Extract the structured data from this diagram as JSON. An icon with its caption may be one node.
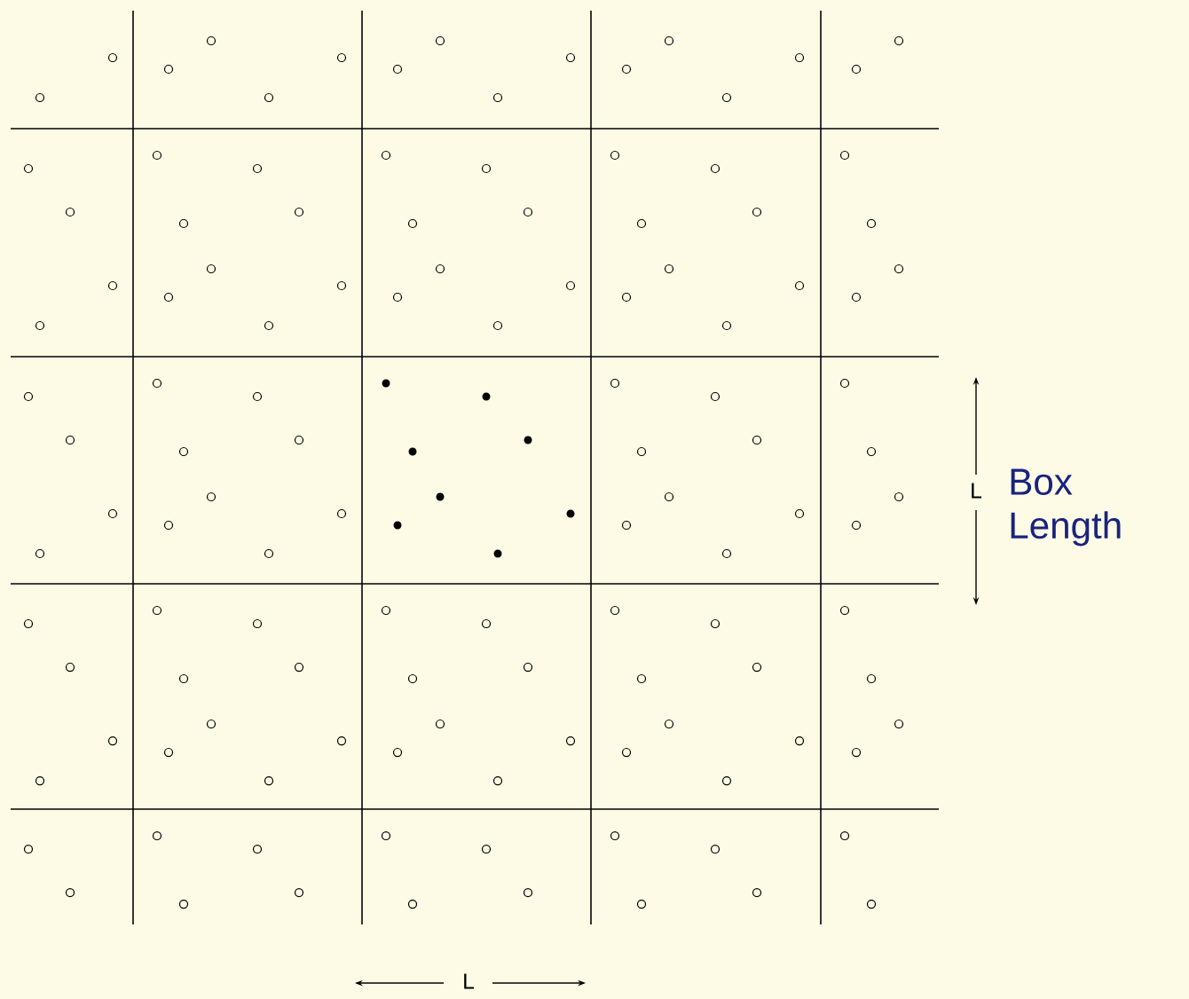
{
  "diagram": {
    "labels": [
      "L",
      "Box Length",
      "L"
    ]
  }
}
